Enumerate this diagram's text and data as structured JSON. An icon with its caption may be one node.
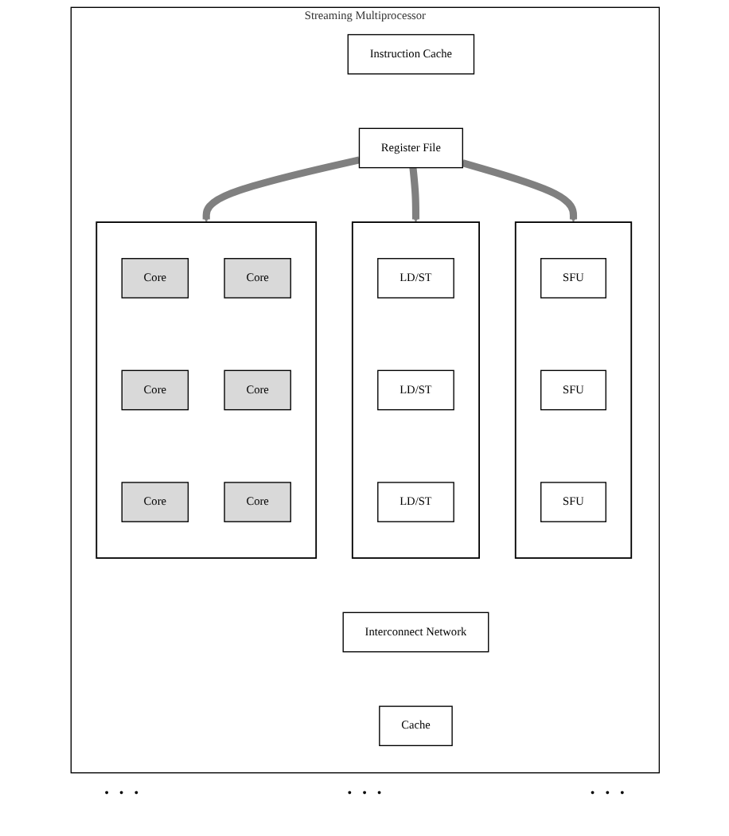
{
  "diagram": {
    "nodes": [
      {
        "text": [
          "Streaming Multiprocessor"
        ]
      },
      {
        "text": [
          "Instruction Cache"
        ],
        "in": 0
      },
      {
        "text": [
          "Register File"
        ],
        "in": 0
      },
      {
        "text": [],
        "shape": "box",
        "in": 0
      },
      {
        "text": [
          "Core"
        ],
        "in": 3
      },
      {
        "text": [
          "Core"
        ],
        "in": 3
      },
      {
        "text": [
          "Core"
        ],
        "in": 3
      },
      {
        "text": [
          "Core"
        ],
        "in": 3
      },
      {
        "text": [
          "Core"
        ],
        "in": 3
      },
      {
        "text": [
          "Core"
        ],
        "in": 3
      },
      {
        "text": [],
        "shape": "box",
        "in": 0
      },
      {
        "text": [
          "LD/ST"
        ],
        "in": 10
      },
      {
        "text": [
          "LD/ST"
        ],
        "in": 10
      },
      {
        "text": [
          "LD/ST"
        ],
        "in": 10
      },
      {
        "text": [],
        "shape": "box",
        "in": 0
      },
      {
        "text": [
          "SFU"
        ],
        "in": 14
      },
      {
        "text": [
          "SFU"
        ],
        "in": 14
      },
      {
        "text": [
          "SFU"
        ],
        "in": 14
      },
      {
        "text": [
          "Interconnect Network"
        ],
        "in": 0
      },
      {
        "text": [
          "Cache"
        ],
        "in": 0
      }
    ],
    "edges": [
      {
        "from": 2,
        "to": 3,
        "arrow": "to"
      },
      {
        "from": 2,
        "to": 10,
        "arrow": "to"
      },
      {
        "from": 2,
        "to": 14,
        "arrow": "to"
      }
    ],
    "labels": [
      "· · ·",
      "· · ·",
      "· · ·"
    ]
  }
}
